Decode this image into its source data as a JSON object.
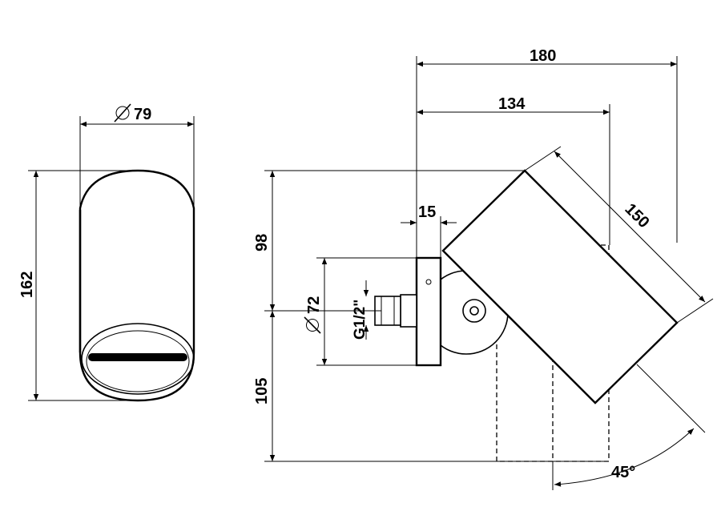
{
  "dimensions": {
    "front_diameter": "79",
    "front_height": "162",
    "total_depth": "180",
    "body_depth": "134",
    "plate_depth": "15",
    "head_length": "150",
    "upper_height": "98",
    "lower_height": "105",
    "plate_diameter": "72",
    "thread": "G1/2\"",
    "angle": "45°"
  },
  "icons": {
    "diameter_symbol": "diameter-symbol-icon"
  }
}
